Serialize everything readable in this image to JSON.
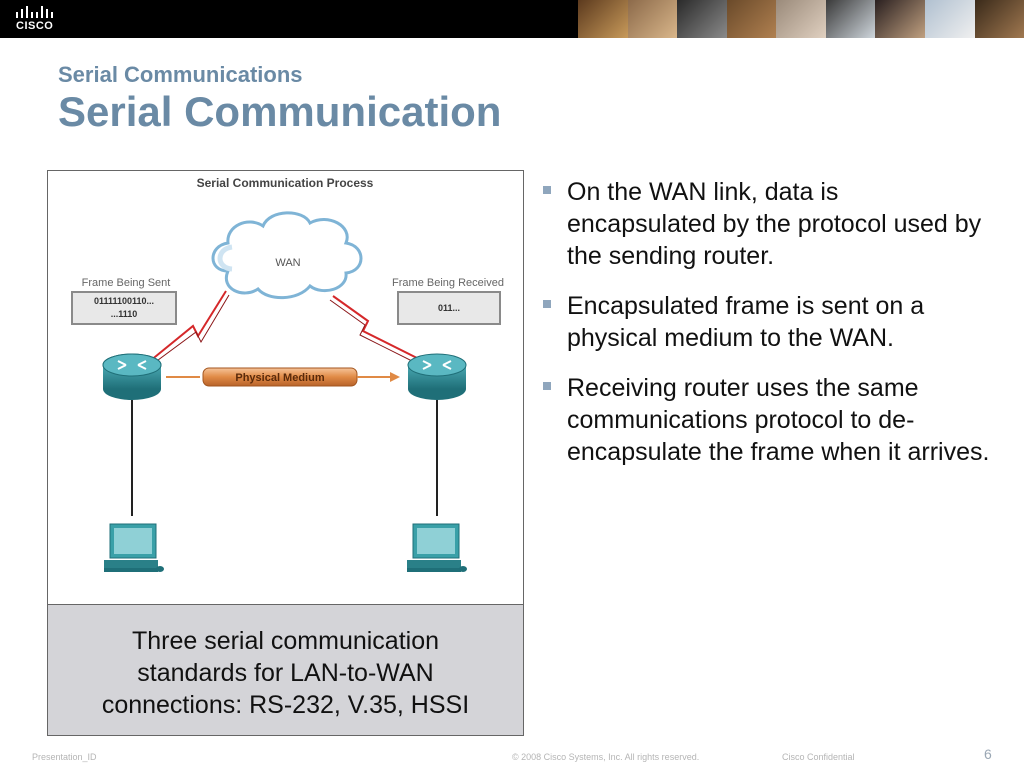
{
  "header": {
    "logo_text": "CISCO"
  },
  "slide": {
    "subtitle": "Serial Communications",
    "title": "Serial Communication"
  },
  "diagram": {
    "title": "Serial Communication Process",
    "cloud_label": "WAN",
    "left_frame_label": "Frame Being Sent",
    "left_frame_bits_1": "01111100110...",
    "left_frame_bits_2": "...1110",
    "right_frame_label": "Frame Being Received",
    "right_frame_bits": "011...",
    "medium_label": "Physical Medium"
  },
  "caption": {
    "line1": "Three serial communication",
    "line2": "standards for LAN-to-WAN",
    "line3": "connections: RS-232, V.35, HSSI"
  },
  "bullets": [
    "On the WAN link, data is encapsulated by the protocol used by the sending router.",
    "Encapsulated frame is sent on a physical medium to the WAN.",
    "Receiving router uses the same communications protocol to de-encapsulate the frame when it arrives."
  ],
  "footer": {
    "presentation_id": "Presentation_ID",
    "copyright": "© 2008 Cisco Systems, Inc. All rights reserved.",
    "confidential": "Cisco Confidential",
    "page_number": "6"
  },
  "colors": {
    "title": "#6a8aa5",
    "router": "#2f8f9a",
    "medium": "#e08a45",
    "lightning": "#d5282a"
  }
}
